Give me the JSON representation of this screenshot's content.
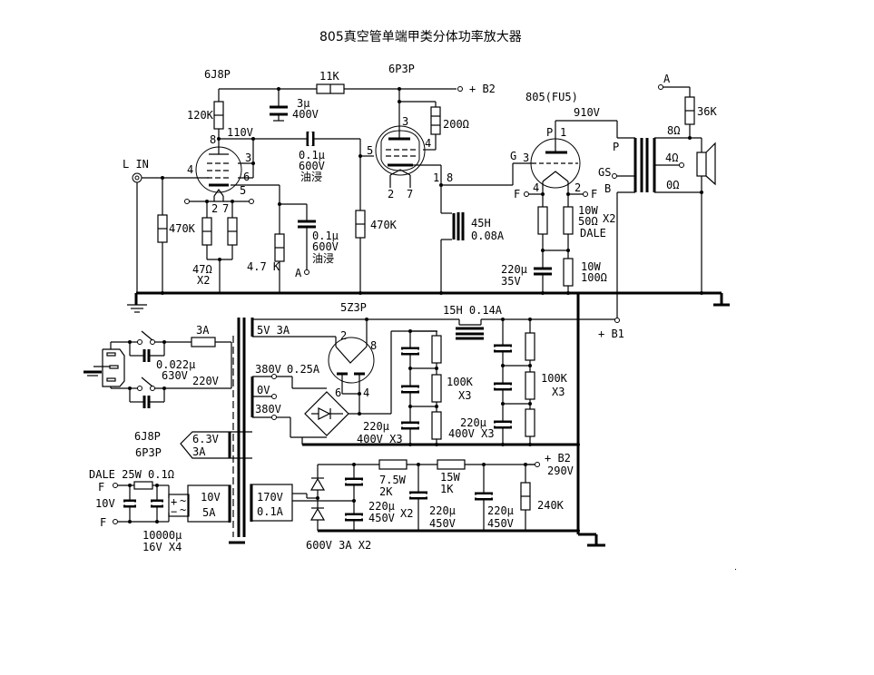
{
  "title": "805真空管单端甲类分体功率放大器",
  "tubes": {
    "v1": "6J8P",
    "v2": "6P3P",
    "v3": "805(FU5)",
    "rect": "5Z3P"
  },
  "input": {
    "label": "L IN"
  },
  "rails": {
    "b2": "+ B2",
    "b1": "+ B1",
    "b2_psu": "+ B2",
    "b2_volt": "290V",
    "a": "A"
  },
  "stage1": {
    "r_plate": "120K",
    "v_plate": "110V",
    "r_dec": "11K",
    "c_dec": "3μ",
    "c_dec_v": "400V",
    "r_grid": "470K",
    "r_cath": "47Ω",
    "r_cath_n": "X2",
    "r_fb": "4.7 K",
    "c_fb": "0.1μ",
    "c_fb_v": "600V",
    "c_fb_t": "油浸",
    "fb_a": "A",
    "c_cpl": "0.1μ",
    "c_cpl_v": "600V",
    "c_cpl_t": "油浸",
    "pins": {
      "p8": "8",
      "p3": "3",
      "p4": "4",
      "p6": "6",
      "p5": "5",
      "p2": "2",
      "p7": "7"
    }
  },
  "stage2": {
    "r_g2": "200Ω",
    "r_grid": "470K",
    "choke": "45H",
    "choke_i": "0.08A",
    "pins": {
      "p3": "3",
      "p4": "4",
      "p5": "5",
      "p2": "2",
      "p7": "7",
      "p1": "1",
      "p8": "8"
    }
  },
  "stage3": {
    "v_plate": "910V",
    "pin_p": "P",
    "pin_1": "1",
    "pin_g": "G",
    "pin_3": "3",
    "pin_4": "4",
    "pin_2": "2",
    "f1": "F",
    "f2": "F",
    "r_f": "10W",
    "r_f2": "50Ω",
    "r_f_n": "X2",
    "r_f_brand": "DALE",
    "r_k": "10W",
    "r_k2": "100Ω",
    "c_k": "220μ",
    "c_k_v": "35V"
  },
  "output": {
    "p": "P",
    "gs": "GS",
    "b": "B",
    "tap8": "8Ω",
    "tap4": "4Ω",
    "tap0": "0Ω",
    "r_fb": "36K",
    "a": "A"
  },
  "psu": {
    "fuse": "3A",
    "cap_x": "0.022μ",
    "cap_x_v": "630V",
    "mains": "220V",
    "sec_5v": "5V  3A",
    "sec_380": "380V",
    "sec_380_i": "0.25A",
    "sec_0v": "0V",
    "sec_380b": "380V",
    "rect_p2": "2",
    "rect_p8": "8",
    "rect_p6": "6",
    "rect_p4": "4",
    "choke": "15H  0.14A",
    "c1": "220μ",
    "c1_v": "400V  X3",
    "r1": "100K",
    "r1_n": "X3",
    "c2": "220μ",
    "c2_v": "400V  X3",
    "r2": "100K",
    "r2_n": "X3",
    "heat_tubes_1": "6J8P",
    "heat_tubes_2": "6P3P",
    "heat_v": "6.3V",
    "heat_i": "3A",
    "fil_r": "DALE 25W  0.1Ω",
    "fil_f1": "F",
    "fil_v": "10V",
    "fil_f2": "F",
    "fil_c": "10000μ",
    "fil_c_v": "16V  X4",
    "fil_sec": "10V",
    "fil_sec_i": "5A",
    "b2_sec": "170V",
    "b2_sec_i": "0.1A",
    "b2_diode": "600V  3A  X2",
    "b2_c1": "220μ",
    "b2_c1_v": "450V",
    "b2_c1_n": "X2",
    "b2_r1": "7.5W",
    "b2_r1_v": "2K",
    "b2_c2": "220μ",
    "b2_c2_v": "450V",
    "b2_r2": "15W",
    "b2_r2_v": "1K",
    "b2_c3": "220μ",
    "b2_c3_v": "450V",
    "b2_r3": "240K"
  }
}
